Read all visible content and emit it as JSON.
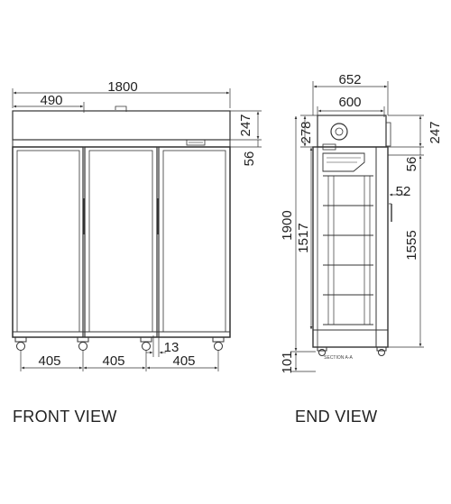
{
  "front_view": {
    "caption": "FRONT VIEW",
    "dims": {
      "overall_width": "1800",
      "partial_width": "490",
      "canopy_height": "247",
      "strip_height": "56",
      "door_width_1": "405",
      "door_width_2": "405",
      "door_width_3": "405",
      "gap": "13"
    }
  },
  "end_view": {
    "caption": "END VIEW",
    "section_label": "SECTION A-A",
    "dims": {
      "overall_depth": "652",
      "inner_depth": "600",
      "top_depth": "278",
      "canopy_height": "247",
      "strip_height": "56",
      "shelf_offset": "52",
      "overall_height": "1900",
      "interior_height": "1517",
      "door_height": "1555",
      "base_height": "101"
    }
  },
  "colors": {
    "line": "#333333",
    "text": "#222222",
    "background": "#ffffff"
  }
}
